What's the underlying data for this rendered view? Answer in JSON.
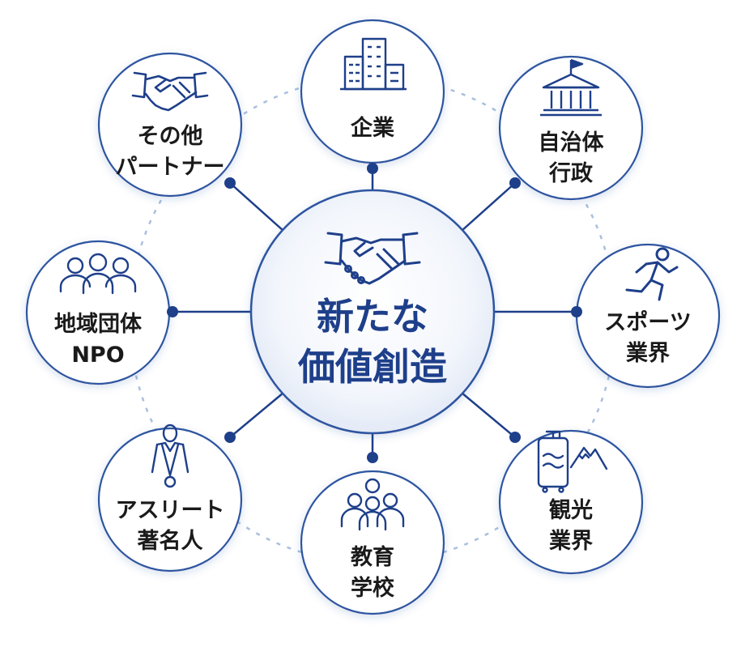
{
  "center": {
    "line1": "新たな",
    "line2": "価値創造"
  },
  "nodes": [
    {
      "id": "company",
      "lines": [
        "企業"
      ],
      "icon": "buildings-icon"
    },
    {
      "id": "government",
      "lines": [
        "自治体",
        "行政"
      ],
      "icon": "government-building-icon"
    },
    {
      "id": "sports",
      "lines": [
        "スポーツ",
        "業界"
      ],
      "icon": "runner-icon"
    },
    {
      "id": "tourism",
      "lines": [
        "観光",
        "業界"
      ],
      "icon": "suitcase-mountain-icon"
    },
    {
      "id": "education",
      "lines": [
        "教育",
        "学校"
      ],
      "icon": "people-group-icon"
    },
    {
      "id": "athletes",
      "lines": [
        "アスリート",
        "著名人"
      ],
      "icon": "athlete-medal-icon"
    },
    {
      "id": "community",
      "lines": [
        "地域団体",
        "NPO"
      ],
      "icon": "community-group-icon"
    },
    {
      "id": "partners",
      "lines": [
        "その他",
        "パートナー"
      ],
      "icon": "handshake-icon"
    }
  ],
  "colors": {
    "primary": "#1e3f8a",
    "outline": "#2f54a0",
    "dashed": "#9fb6da",
    "text": "#1a1a1a"
  }
}
